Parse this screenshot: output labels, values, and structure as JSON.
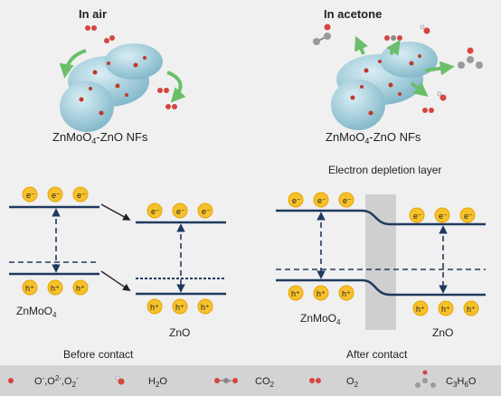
{
  "top": {
    "left": {
      "title": "In air",
      "nf_a": "ZnMoO",
      "nf_sub": "4",
      "nf_b": "-ZnO NFs"
    },
    "right": {
      "title": "In acetone",
      "nf_a": "ZnMoO",
      "nf_sub": "4",
      "nf_b": "-ZnO NFs"
    }
  },
  "bottom": {
    "left": {
      "m1_a": "ZnMoO",
      "m1_sub": "4",
      "m2": "ZnO",
      "caption": "Before contact"
    },
    "right": {
      "depletion_label": "Electron depletion layer",
      "m1_a": "ZnMoO",
      "m1_sub": "4",
      "m2": "ZnO",
      "caption": "After contact"
    }
  },
  "legend": {
    "ions": {
      "a": "O",
      "a_sup": "-",
      "sep1": ",",
      "b": "O",
      "b_sup": "2-",
      "sep2": ",",
      "c": "O",
      "c_sub": "2",
      "c_sup": "-"
    },
    "h2o": {
      "a": "H",
      "sub": "2",
      "b": "O"
    },
    "co2": {
      "a": "CO",
      "sub": "2"
    },
    "o2": {
      "a": "O",
      "sub": "2"
    },
    "acetone": {
      "a": "C",
      "sub1": "3",
      "b": "H",
      "sub2": "6",
      "c": "O"
    }
  },
  "colors": {
    "band": "#1f3a5f",
    "charge": "#f6c12b",
    "oxygen": "#d64541",
    "arrow_green": "#6bbf6b",
    "legend_bg": "#d3d3d3",
    "depletion": "#cfcfcf"
  }
}
